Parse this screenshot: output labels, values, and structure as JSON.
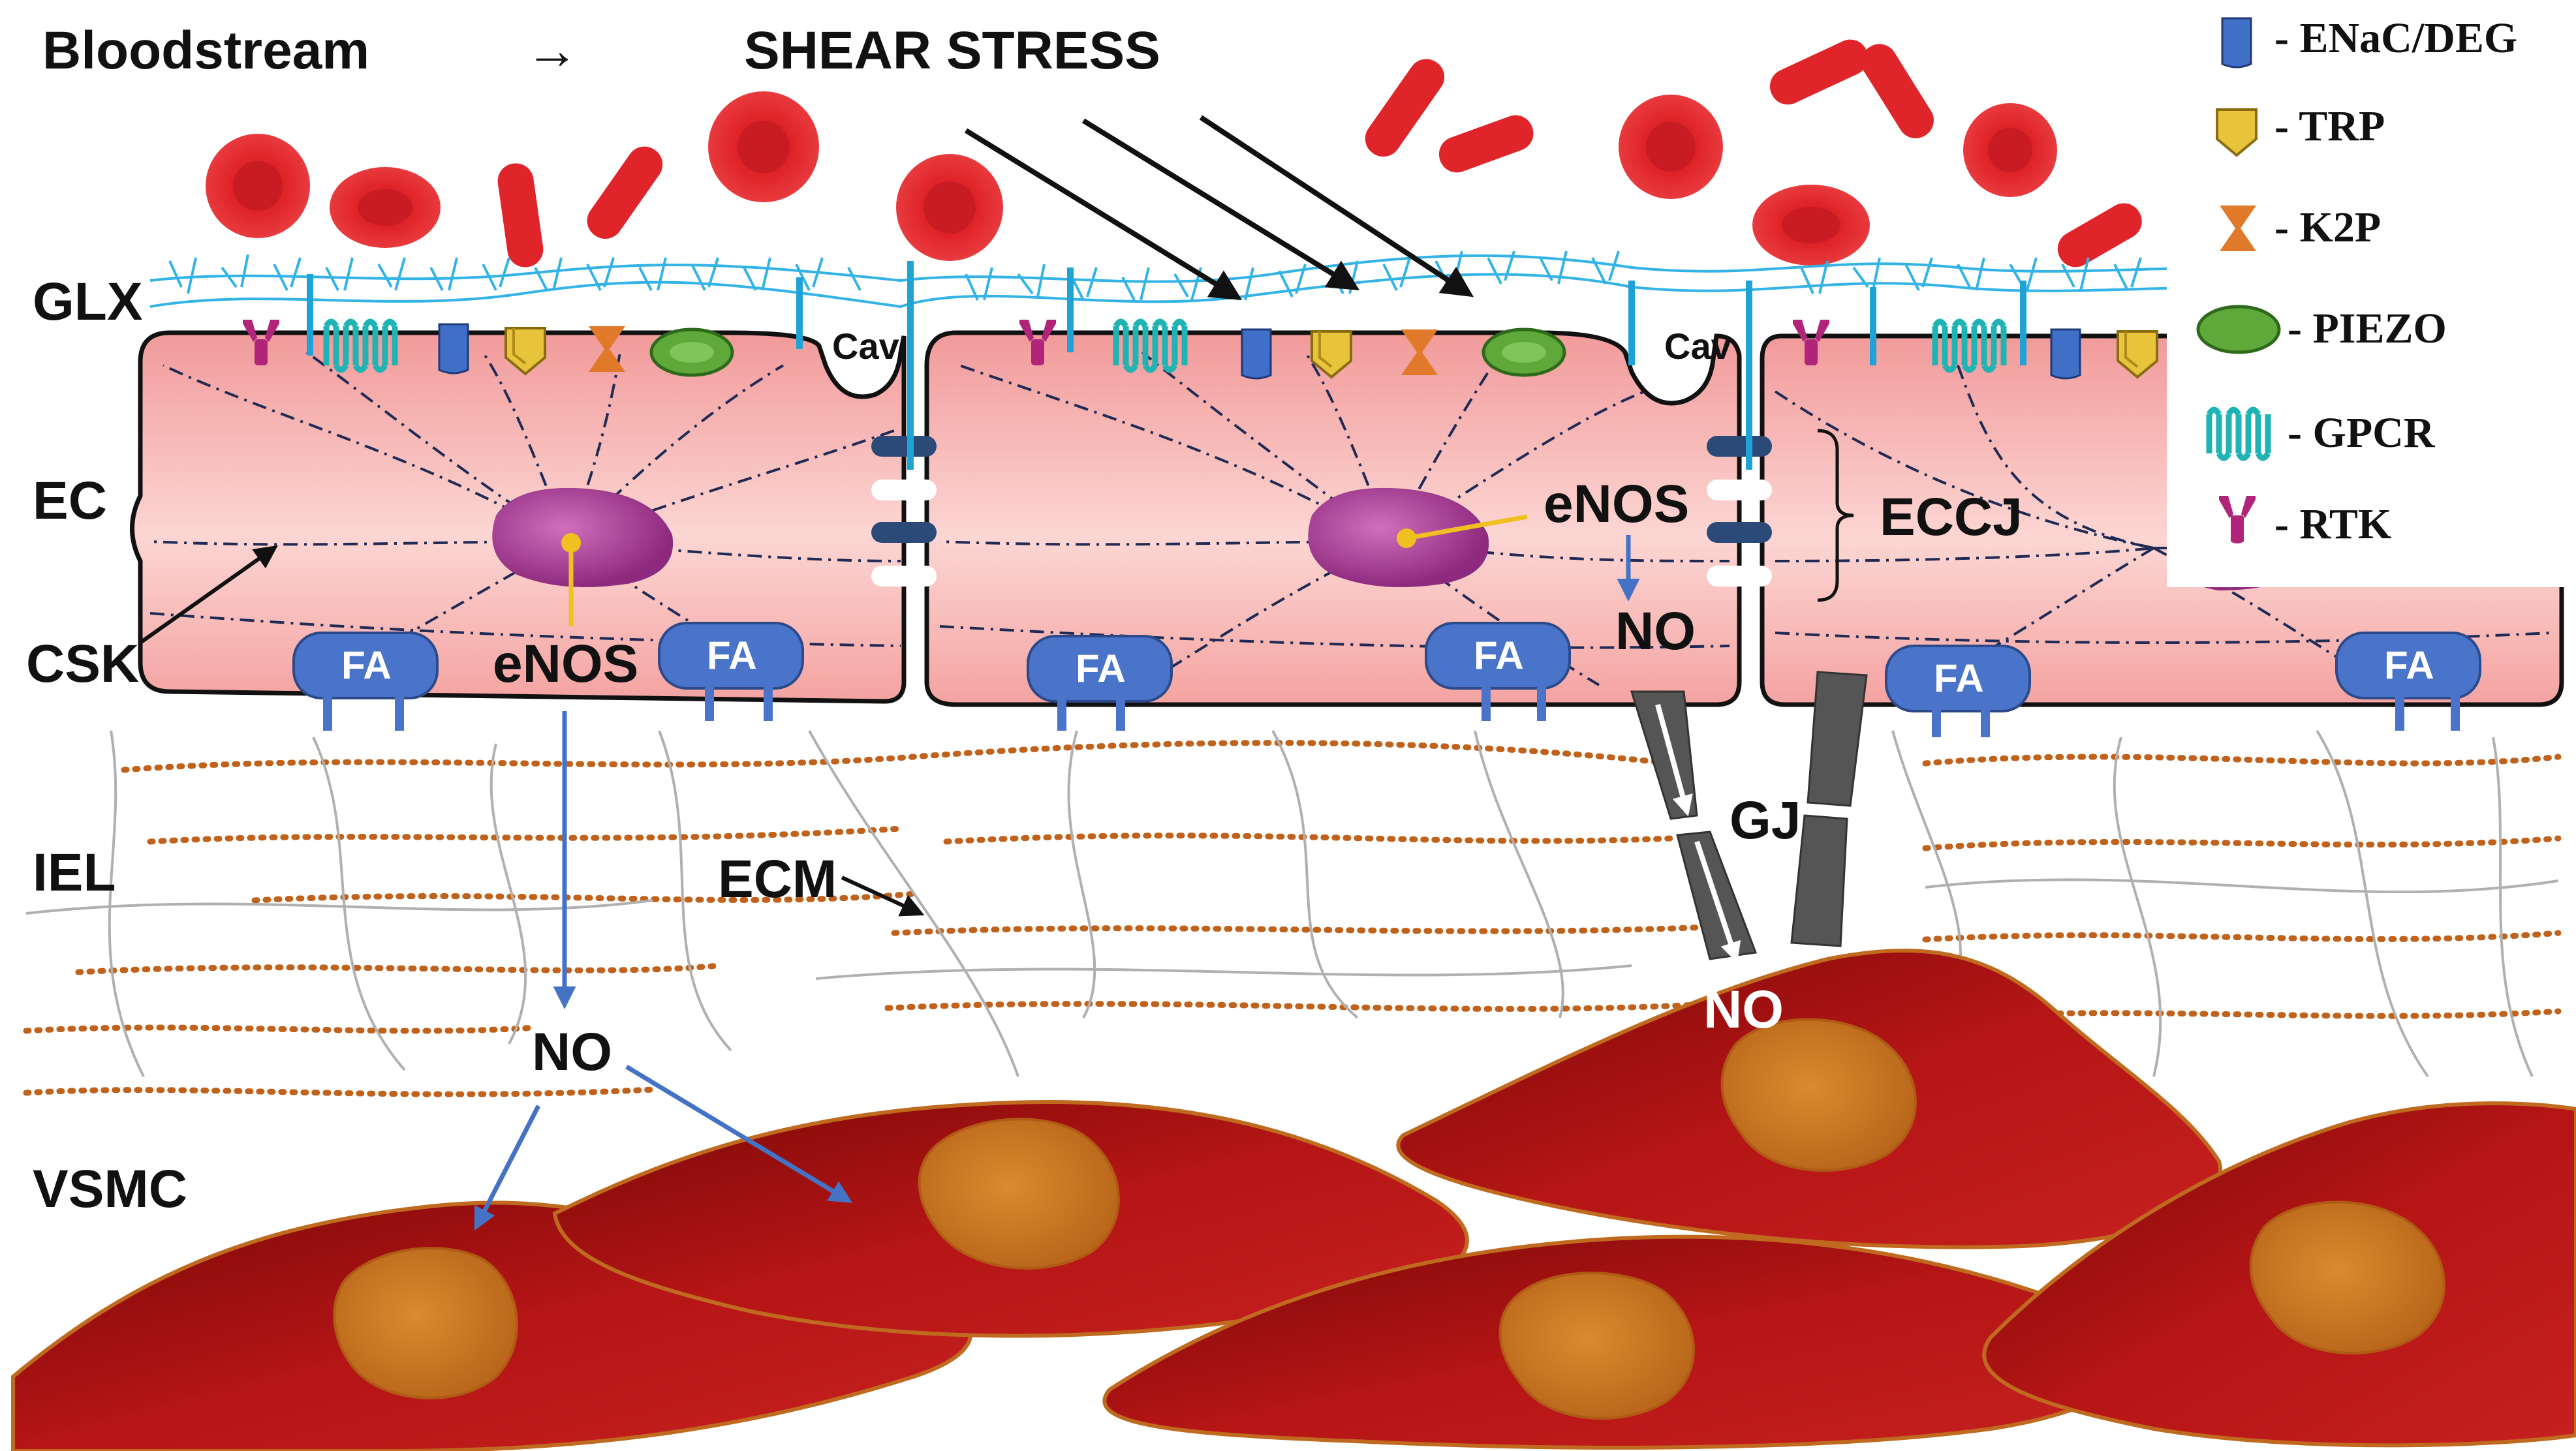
{
  "header": {
    "bloodstream": "Bloodstream",
    "arrow": "→",
    "shear_stress": "SHEAR STRESS"
  },
  "layers": {
    "glx": "GLX",
    "ec": "EC",
    "csk": "CSK",
    "iel": "IEL",
    "vsmc": "VSMC"
  },
  "labels": {
    "cav": "Cav",
    "enos": "eNOS",
    "no": "NO",
    "fa": "FA",
    "eccj": "ECCJ",
    "ecm": "ECM",
    "gj": "GJ"
  },
  "legend": {
    "items": [
      {
        "icon": "enac-channel-icon",
        "label": "- ENaC/DEG",
        "color": "#3f6fc6"
      },
      {
        "icon": "trp-channel-icon",
        "label": "- TRP",
        "color": "#e8c43a"
      },
      {
        "icon": "k2p-channel-icon",
        "label": "- K2P",
        "color": "#e07a2a"
      },
      {
        "icon": "piezo-channel-icon",
        "label": "- PIEZO",
        "color": "#5fa83a"
      },
      {
        "icon": "gpcr-receptor-icon",
        "label": "- GPCR",
        "color": "#1fb3b3"
      },
      {
        "icon": "rtk-receptor-icon",
        "label": "- RTK",
        "color": "#b0247a"
      }
    ]
  },
  "colors": {
    "rbc": "#e0252a",
    "endothelium": "#f6b2b0",
    "nucleus": "#b24a9c",
    "fa": "#4a74c9",
    "glycocalyx": "#33b3e6",
    "elastin": "#c0621b",
    "vsmc": "#9a1010",
    "vsmc_nucleus": "#c8781e",
    "no_arrow": "#4472c4",
    "enos_arrow": "#f0c020"
  }
}
